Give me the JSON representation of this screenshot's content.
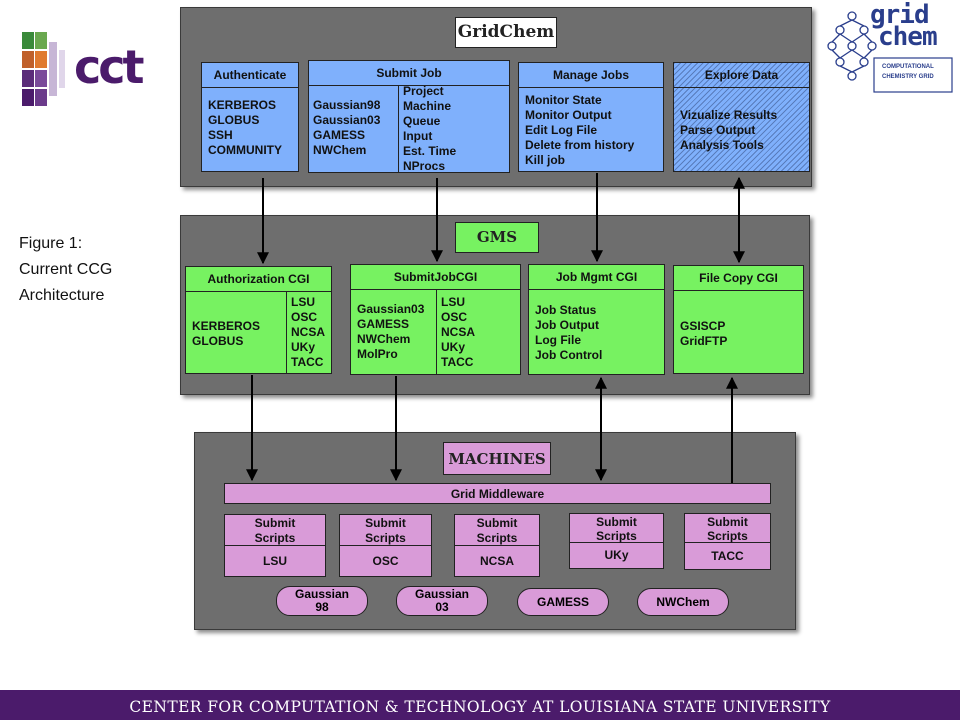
{
  "caption": {
    "line1": "Figure 1:",
    "line2": "Current CCG",
    "line3": "Architecture"
  },
  "logos": {
    "cct": "cct",
    "gridchem_line1": "grid",
    "gridchem_line2": "chem",
    "gridchem_sub1": "COMPUTATIONAL",
    "gridchem_sub2": "CHEMISTRY GRID"
  },
  "gridchem": {
    "title": "GridChem",
    "authenticate": {
      "header": "Authenticate",
      "items": [
        "KERBEROS",
        "GLOBUS",
        "SSH",
        "COMMUNITY"
      ]
    },
    "submit_job": {
      "header": "Submit Job",
      "left": [
        "Gaussian98",
        "Gaussian03",
        "GAMESS",
        "NWChem"
      ],
      "right": [
        "Project",
        "Machine",
        "Queue",
        "Input",
        "Est. Time",
        "NProcs"
      ]
    },
    "manage_jobs": {
      "header": "Manage Jobs",
      "items": [
        "Monitor State",
        "Monitor Output",
        "Edit Log File",
        "Delete from history",
        "Kill job"
      ]
    },
    "explore_data": {
      "header": "Explore Data",
      "items": [
        "Vizualize Results",
        "Parse Output",
        "Analysis Tools"
      ]
    }
  },
  "gms": {
    "title": "GMS",
    "authorization_cgi": {
      "header": "Authorization CGI",
      "left": [
        "KERBEROS",
        "GLOBUS"
      ],
      "right": [
        "LSU",
        "OSC",
        "NCSA",
        "UKy",
        "TACC"
      ]
    },
    "submitjob_cgi": {
      "header": "SubmitJobCGI",
      "left": [
        "Gaussian03",
        "GAMESS",
        "NWChem",
        "MolPro"
      ],
      "right": [
        "LSU",
        "OSC",
        "NCSA",
        "UKy",
        "TACC"
      ]
    },
    "jobmgmt_cgi": {
      "header": "Job Mgmt CGI",
      "items": [
        "Job Status",
        "Job Output",
        "Log File",
        "Job Control"
      ]
    },
    "filecopy_cgi": {
      "header": "File Copy CGI",
      "items": [
        "GSISCP",
        "GridFTP"
      ]
    }
  },
  "machines": {
    "title": "MACHINES",
    "middleware": "Grid Middleware",
    "scripts_label": "Submit Scripts",
    "sites": [
      "LSU",
      "OSC",
      "NCSA",
      "UKy",
      "TACC"
    ],
    "apps": [
      "Gaussian 98",
      "Gaussian 03",
      "GAMESS",
      "NWChem"
    ]
  },
  "footer": "CENTER FOR COMPUTATION & TECHNOLOGY AT LOUISIANA STATE UNIVERSITY",
  "colors": {
    "blue": "#7fb0fc",
    "green": "#77f261",
    "purple": "#d99bd8",
    "panel": "#6e6e6e",
    "footer": "#4b1b6b"
  }
}
